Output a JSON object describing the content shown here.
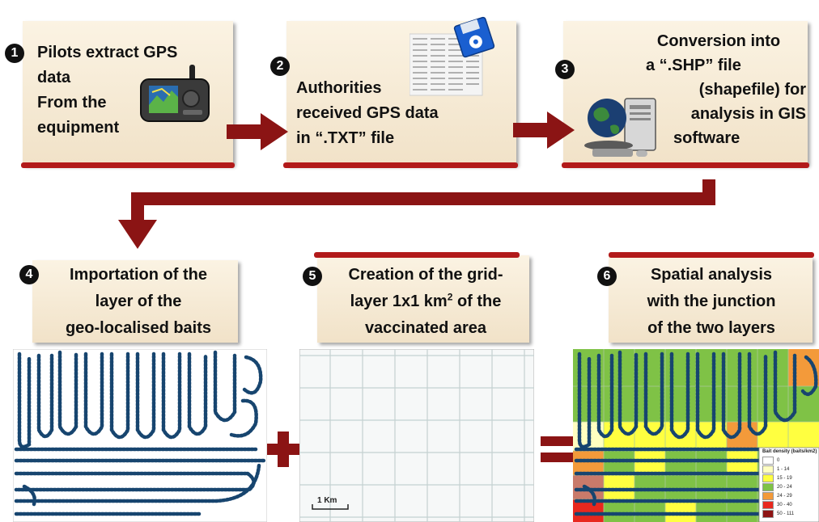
{
  "steps": [
    {
      "num": "1",
      "lines": [
        "Pilots extract GPS",
        "data",
        "From the",
        "equipment"
      ]
    },
    {
      "num": "2",
      "lines": [
        "Authorities",
        "received GPS data",
        "in “.TXT” file"
      ]
    },
    {
      "num": "3",
      "lines": [
        "Conversion into",
        "a “.SHP” file",
        "(shapefile) for",
        "analysis in GIS",
        "software"
      ]
    },
    {
      "num": "4",
      "lines": [
        "Importation of the",
        "layer of the",
        "geo-localised baits"
      ]
    },
    {
      "num": "5",
      "lines": [
        "Creation of the grid-",
        "layer 1x1 km",
        "2",
        " of the",
        "vaccinated area"
      ]
    },
    {
      "num": "6",
      "lines": [
        "Spatial analysis",
        "with the junction",
        "of the two layers"
      ]
    }
  ],
  "scale_label": "1 Km",
  "legend": {
    "title": "Bait density (baits/km2)",
    "entries": [
      "0",
      "1 - 14",
      "15 - 19",
      "20 - 24",
      "24 - 29",
      "30 - 40",
      "50 - 111"
    ],
    "colors": [
      "#ffffff",
      "#ffffc0",
      "#ffff40",
      "#7fc246",
      "#f39a3a",
      "#e8281e",
      "#8e1414"
    ]
  },
  "colors": {
    "accent_red": "#b21a1a",
    "arrow_red": "#8b1414",
    "track_blue": "#17456f"
  }
}
